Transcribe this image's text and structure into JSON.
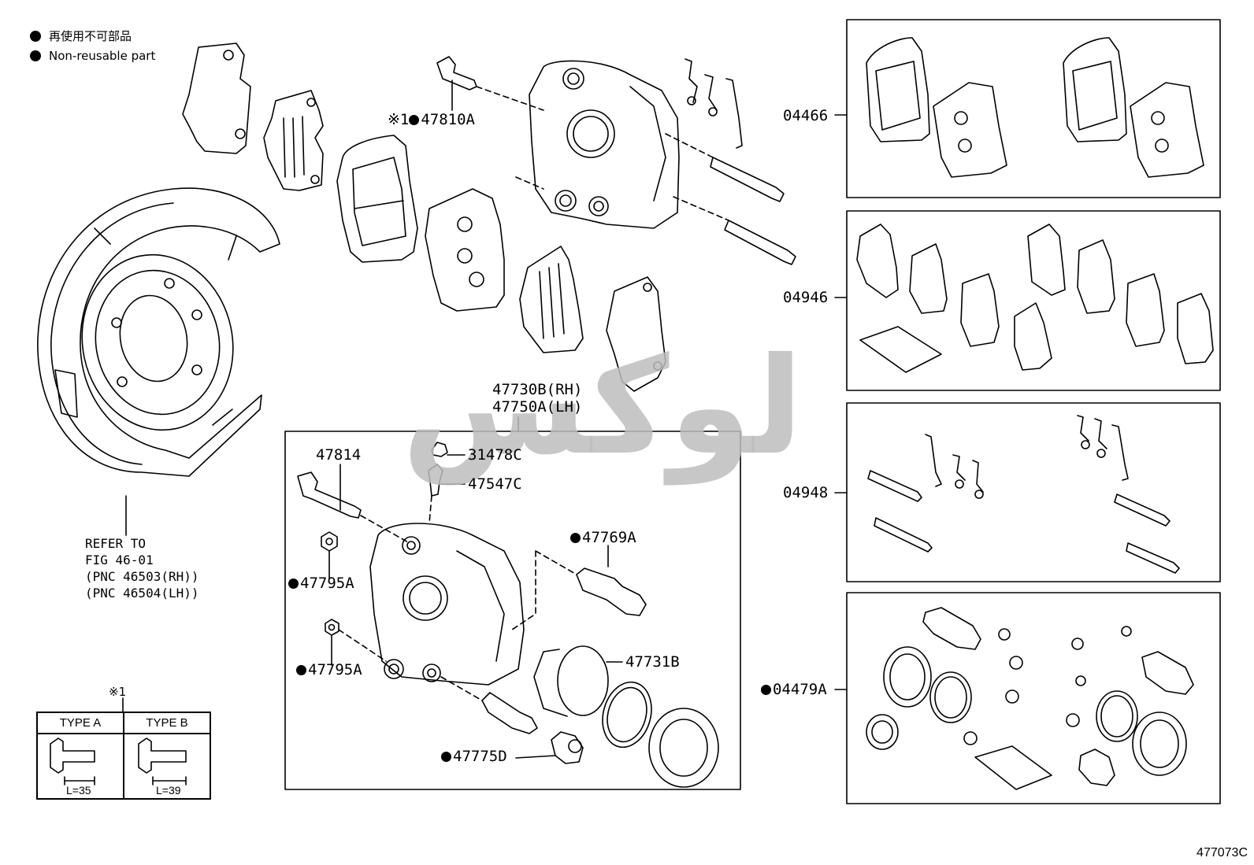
{
  "legend": {
    "line1": "再使用不可部品",
    "line2": "Non-reusable part"
  },
  "labels": {
    "p47810A_prefix": "※1",
    "p47810A": "47810A",
    "p04466": "04466",
    "p04946": "04946",
    "p04948": "04948",
    "p04479A": "04479A",
    "p47730B": "47730B(RH)",
    "p47750A": "47750A(LH)",
    "p47814": "47814",
    "p31478C": "31478C",
    "p47547C": "47547C",
    "p47769A": "47769A",
    "p47795A_1": "47795A",
    "p47795A_2": "47795A",
    "p47731B": "47731B",
    "p47775D": "47775D"
  },
  "refer_note": "REFER TO\nFIG 46-01\n(PNC 46503(RH))\n(PNC 46504(LH))",
  "type_table": {
    "note_mark": "※1",
    "col_a": "TYPE A",
    "col_b": "TYPE B",
    "len_a": "L=35",
    "len_b": "L=39"
  },
  "watermark": "لوکس",
  "diagram_id": "477073C",
  "line_color": "#000000",
  "watermark_color": "#bdbdbd"
}
